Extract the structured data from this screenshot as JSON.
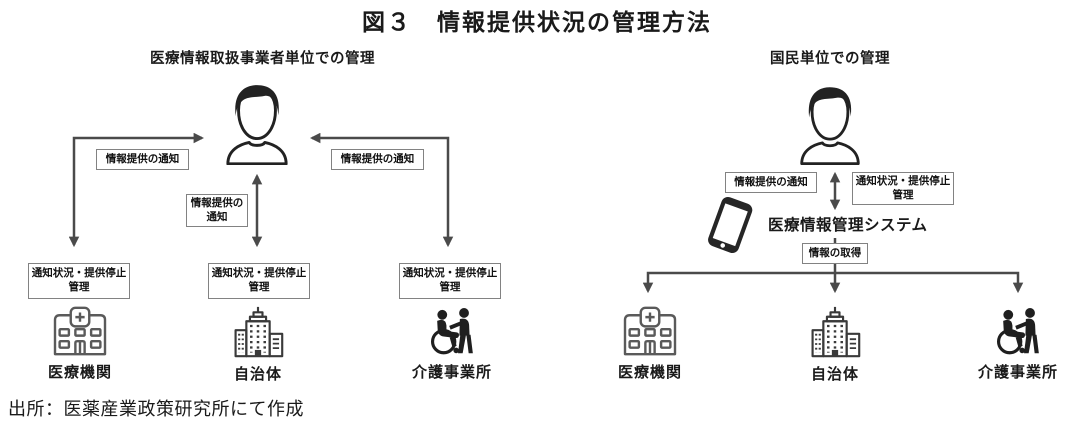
{
  "title": "図３　情報提供状況の管理方法",
  "source_note": "出所：医薬産業政策研究所にて作成",
  "colors": {
    "line": "#4a4a4a",
    "box_border": "#828282",
    "text": "#1a1a1a",
    "icon_dark": "#1f1f1f",
    "icon_gray": "#5a5a5a"
  },
  "left_panel": {
    "header": "医療情報取扱事業者単位での管理",
    "user_icon": "person-icon",
    "notice_label": "情報提供の通知",
    "notice_label_wrapped": {
      "line1": "情報提供の",
      "line2": "通知"
    },
    "manage_label": {
      "line1": "通知状況・提供停止",
      "line2": "管理"
    },
    "nodes": [
      {
        "label": "医療機関",
        "icon": "hospital-icon"
      },
      {
        "label": "自治体",
        "icon": "city-hall-icon"
      },
      {
        "label": "介護事業所",
        "icon": "care-provider-icon"
      }
    ]
  },
  "right_panel": {
    "header": "国民単位での管理",
    "user_icon": "person-icon",
    "notice_label": "情報提供の通知",
    "manage_label": {
      "line1": "通知状況・提供停止",
      "line2": "管理"
    },
    "system_icon": "smartphone-icon",
    "system_label": "医療情報管理システム",
    "acquire_label": "情報の取得",
    "nodes": [
      {
        "label": "医療機関",
        "icon": "hospital-icon"
      },
      {
        "label": "自治体",
        "icon": "city-hall-icon"
      },
      {
        "label": "介護事業所",
        "icon": "care-provider-icon"
      }
    ]
  }
}
